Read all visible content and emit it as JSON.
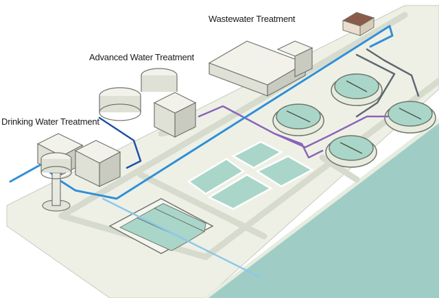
{
  "labels": {
    "wastewater": "Wastewater Treatment",
    "advanced": "Advanced Water Treatment",
    "drinking": "Drinking Water Treatment"
  },
  "colors": {
    "background": "#ffffff",
    "ground": "#eef0e6",
    "road": "#dde2d4",
    "sea": "#9fcdc5",
    "pond": "#a9d6c9",
    "building": "#f2f2ea",
    "outline": "#6f756b",
    "pipe_potable": "#2f8fd8",
    "pipe_intake": "#8cc8ea",
    "pipe_advanced": "#1d4fa6",
    "pipe_process": "#8a63b9",
    "pipe_sludge": "#5f6870"
  }
}
